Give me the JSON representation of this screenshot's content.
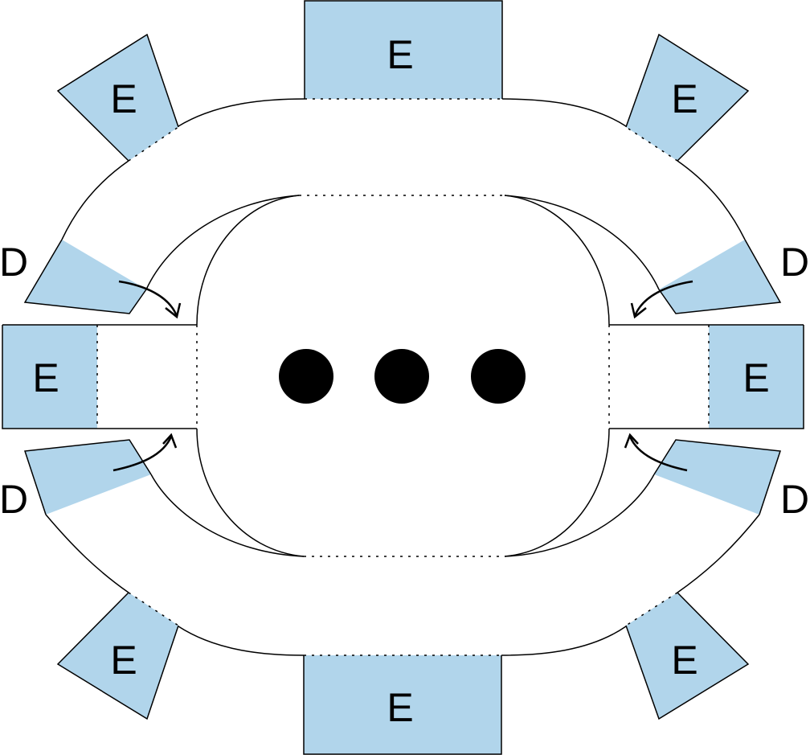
{
  "diagram": {
    "labels": {
      "e_top": "E",
      "e_top_left": "E",
      "e_top_right": "E",
      "e_left": "E",
      "e_right": "E",
      "e_bottom_left": "E",
      "e_bottom_right": "E",
      "e_bottom": "E",
      "d_upper_left": "D",
      "d_upper_right": "D",
      "d_lower_left": "D",
      "d_lower_right": "D"
    },
    "colors": {
      "block_fill": "#b1d5eb",
      "line": "#000000",
      "background": "#ffffff"
    },
    "center_dot_count": 3
  }
}
